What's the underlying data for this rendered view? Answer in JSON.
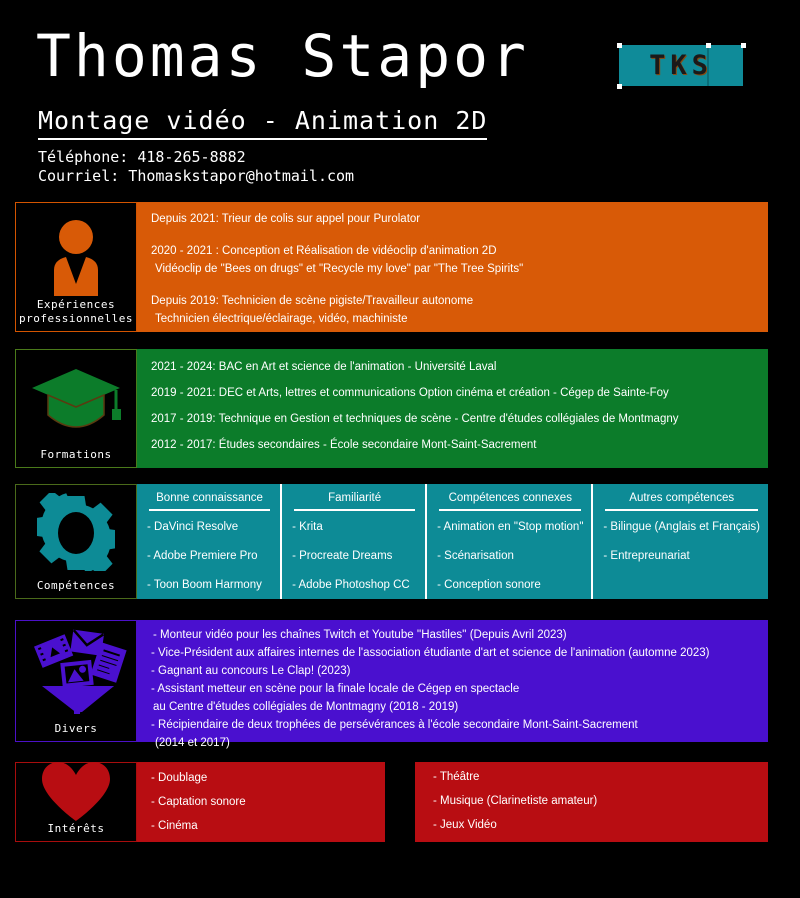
{
  "header": {
    "name": "Thomas Stapor",
    "logo_text": "TKS",
    "logo_color": "#0f8b99",
    "subtitle": "Montage vidéo - Animation 2D",
    "phone_line": "Téléphone: 418-265-8882",
    "email_line": "Courriel: Thomaskstapor@hotmail.com"
  },
  "sections": {
    "experience": {
      "label": "Expériences\nprofessionnelles",
      "label_line1": "Expériences",
      "label_line2": "professionnelles",
      "color": "#d85a07",
      "icon": "businessperson-icon",
      "lines": [
        "Depuis 2021: Trieur de colis sur appel pour Purolator",
        "2020 - 2021 : Conception et Réalisation de vidéoclip d'animation 2D",
        "Vidéoclip de \"Bees on drugs\" et \"Recycle my love\" par \"The Tree Spirits\"",
        "Depuis 2019: Technicien de scène pigiste/Travailleur autonome",
        "Technicien électrique/éclairage, vidéo, machiniste"
      ]
    },
    "formations": {
      "label": "Formations",
      "color": "#0c7c2a",
      "icon": "graduation-cap-icon",
      "lines": [
        "2021 - 2024: BAC en Art et science de l'animation - Université Laval",
        "2019 - 2021: DEC et Arts, lettres et communications Option cinéma et création - Cégep de Sainte-Foy",
        "2017 - 2019: Technique en Gestion et techniques de scène - Centre d'études collégiales de Montmagny",
        "2012 - 2017: Études secondaires - École secondaire Mont-Saint-Sacrement"
      ]
    },
    "competences": {
      "label": "Compétences",
      "color": "#0d8b96",
      "icon": "gear-icon",
      "columns": [
        {
          "header": "Bonne connaissance",
          "items": [
            "- DaVinci Resolve",
            "- Adobe Premiere Pro",
            "- Toon Boom Harmony"
          ]
        },
        {
          "header": "Familiarité",
          "items": [
            "- Krita",
            "- Procreate Dreams",
            "- Adobe Photoshop CC"
          ]
        },
        {
          "header": "Compétences connexes",
          "items": [
            "- Animation en \"Stop motion\"",
            "- Scénarisation",
            "- Conception sonore"
          ]
        },
        {
          "header": "Autres compétences",
          "items": [
            "- Bilingue (Anglais et Français)",
            "- Entrepreunariat"
          ]
        }
      ]
    },
    "divers": {
      "label": "Divers",
      "color": "#4a10cf",
      "icon": "funnel-media-icon",
      "lines": [
        "- Monteur vidéo pour les chaînes Twitch et Youtube ''Hastiles'' (Depuis Avril 2023)",
        "- Vice-Président aux affaires internes de l'association étudiante d'art et science de l'animation (automne 2023)",
        "- Gagnant au concours Le Clap! (2023)",
        "- Assistant metteur en scène pour la finale locale de Cégep en spectacle",
        "au Centre d'études collégiales de Montmagny (2018 - 2019)",
        "- Récipiendaire de deux trophées de persévérances à l'école secondaire Mont-Saint-Sacrement",
        "(2014 et 2017)"
      ]
    },
    "interets": {
      "label": "Intérêts",
      "color": "#b80d12",
      "icon": "heart-icon",
      "column_left": [
        "- Doublage",
        "- Captation sonore",
        "- Cinéma"
      ],
      "column_right": [
        "- Théâtre",
        "- Musique (Clarinetiste amateur)",
        "- Jeux Vidéo"
      ]
    }
  }
}
